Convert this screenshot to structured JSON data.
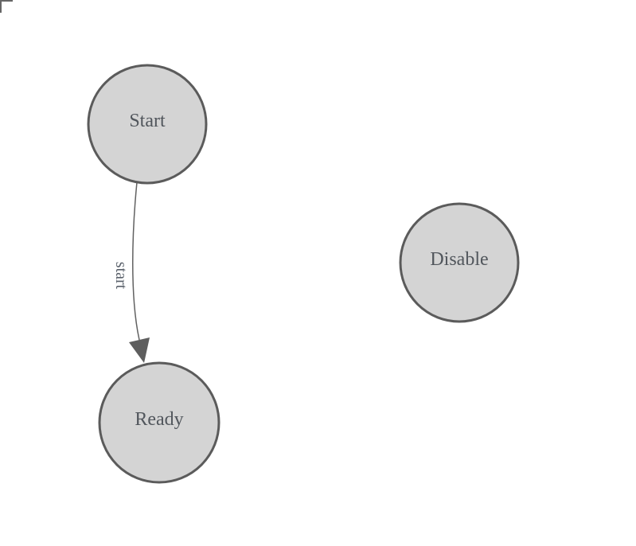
{
  "diagram": {
    "type": "state-machine",
    "nodes": [
      {
        "id": "start",
        "label": "Start"
      },
      {
        "id": "ready",
        "label": "Ready"
      },
      {
        "id": "disable",
        "label": "Disable"
      }
    ],
    "edges": [
      {
        "from": "Start",
        "to": "Ready",
        "label": "start"
      }
    ]
  },
  "colors": {
    "background": "#ffffff",
    "node_fill": "#d4d4d4",
    "node_stroke": "#5b5b5b",
    "node_text": "#51565c",
    "edge_stroke": "#616161",
    "arrowhead_fill": "#5e5e5e",
    "edge_label_text": "#59606a",
    "origin_marker": "#666666"
  }
}
